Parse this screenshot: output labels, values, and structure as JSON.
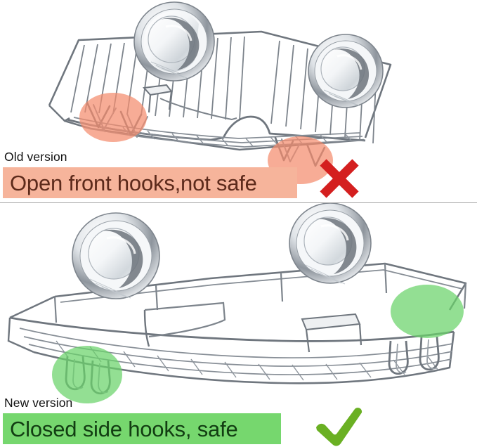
{
  "comparison": {
    "divider_color": "#a9a9a9",
    "panels": [
      {
        "id": "old",
        "version_label": "Old version",
        "claim_text": "Open front hooks,not safe",
        "claim_band_color": "#f6b49b",
        "claim_text_color": "#5c2a1b",
        "verdict_icon": "cross-icon",
        "verdict_color": "#d41f1f",
        "marker_color": "#f48c6e",
        "markers": [
          {
            "name": "open-front-hook-marker-left"
          },
          {
            "name": "open-front-hook-marker-right"
          }
        ],
        "product": {
          "name": "wire shower caddy basket",
          "finish_color": "#8a8f96",
          "suction_cups": 2,
          "hook_style": "open front V hooks"
        }
      },
      {
        "id": "new",
        "version_label": "New version",
        "claim_text": "Closed side hooks, safe",
        "claim_band_color": "#76d76e",
        "claim_text_color": "#123d12",
        "verdict_icon": "check-icon",
        "verdict_color": "#6ab023",
        "marker_color": "#69d269",
        "markers": [
          {
            "name": "closed-side-hook-marker-left"
          },
          {
            "name": "closed-side-hook-marker-right"
          }
        ],
        "product": {
          "name": "wire shower caddy basket",
          "finish_color": "#8a8f96",
          "suction_cups": 2,
          "hook_style": "closed side U hooks"
        }
      }
    ]
  }
}
